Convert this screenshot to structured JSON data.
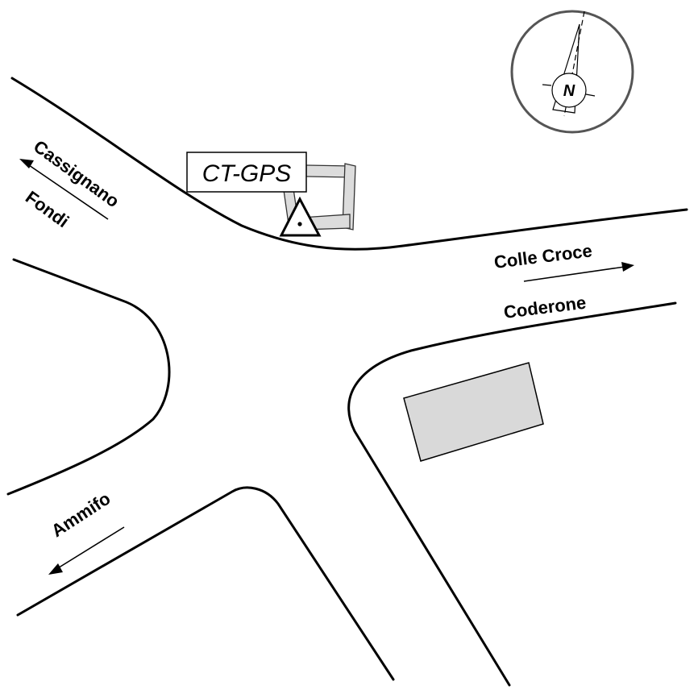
{
  "map": {
    "station": {
      "label": "CT-GPS"
    },
    "places": {
      "cassignano": "Cassignano",
      "fondi": "Fondi",
      "colle_croce": "Colle Croce",
      "coderone": "Coderone",
      "ammifo": "Ammifo"
    },
    "north_arrow": {
      "label": "N"
    },
    "colors": {
      "road": "#000000",
      "building_fill": "#d9d9d9",
      "station_fill": "#dcdcdc",
      "compass_ring": "#555555"
    }
  }
}
